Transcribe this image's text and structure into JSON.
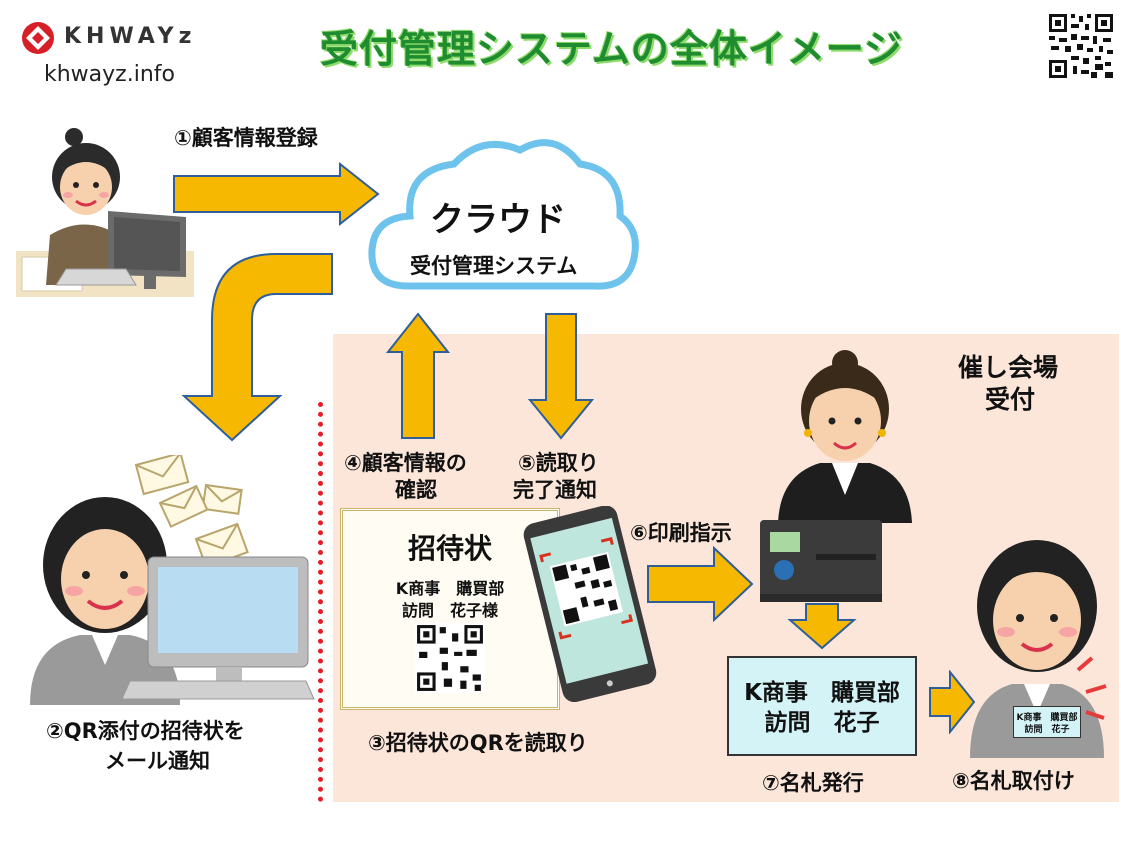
{
  "logo": {
    "brand": "KHWAYz",
    "site": "khwayz.info"
  },
  "title": "受付管理システムの全体イメージ",
  "cloud": {
    "title": "クラウド",
    "subtitle": "受付管理システム"
  },
  "venue": {
    "line1": "催し会場",
    "line2": "受付"
  },
  "steps": {
    "s1": "①顧客情報登録",
    "s2_line1": "②QR添付の招待状を",
    "s2_line2": "メール通知",
    "s3": "③招待状のQRを読取り",
    "s4_line1": "④顧客情報の",
    "s4_line2": "確認",
    "s5_line1": "⑤読取り",
    "s5_line2": "完了通知",
    "s6": "⑥印刷指示",
    "s7": "⑦名札発行",
    "s8": "⑧名札取付け"
  },
  "invitation": {
    "title": "招待状",
    "line1": "K商事　購買部",
    "line2": "訪問　花子様"
  },
  "nametag": {
    "line1": "K商事　購買部",
    "line2": "訪問　花子"
  },
  "badge": {
    "line1": "K商事　購買部",
    "line2": "訪問　花子"
  },
  "colors": {
    "arrow": "#f6b800",
    "arrow_stroke": "#2f5f9a",
    "cloud_stroke": "#6ec3ec",
    "venue_bg": "#fbe6d9",
    "tag_bg": "#d3f3f7",
    "title_green": "#1e8c2f"
  }
}
